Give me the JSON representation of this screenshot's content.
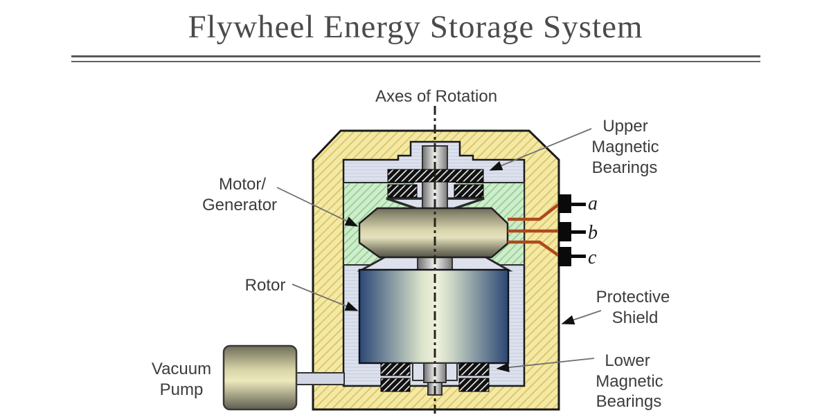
{
  "title": "Flywheel Energy Storage System",
  "diagram": {
    "axis_label": "Axes of Rotation",
    "labels": {
      "upper_magnetic_bearings": [
        "Upper",
        "Magnetic",
        "Bearings"
      ],
      "motor_generator": [
        "Motor/",
        "Generator"
      ],
      "rotor": "Rotor",
      "protective_shield": [
        "Protective",
        "Shield"
      ],
      "lower_magnetic_bearings": [
        "Lower",
        "Magnetic",
        "Bearings"
      ],
      "vacuum_pump": [
        "Vacuum",
        "Pump"
      ]
    },
    "terminals": [
      "a",
      "b",
      "c"
    ],
    "colors": {
      "housing_yellow": "#f4e9a4",
      "housing_hatch": "#dcc76e",
      "cavity_lavender": "#dde1ed",
      "stator_green": "#cfeccc",
      "stator_hatch": "#8fd08f",
      "bearing_black": "#111111",
      "rotor_blue_edge": "#2b4876",
      "rotor_highlight": "#eff1dc",
      "motor_tan": "#d9d5ae",
      "wire_orange": "#b0491d",
      "terminal_black": "#0a0a0a",
      "outline": "#1a1a1a",
      "label_text": "#3c3c3c",
      "title_text": "#4b4b4b"
    }
  }
}
